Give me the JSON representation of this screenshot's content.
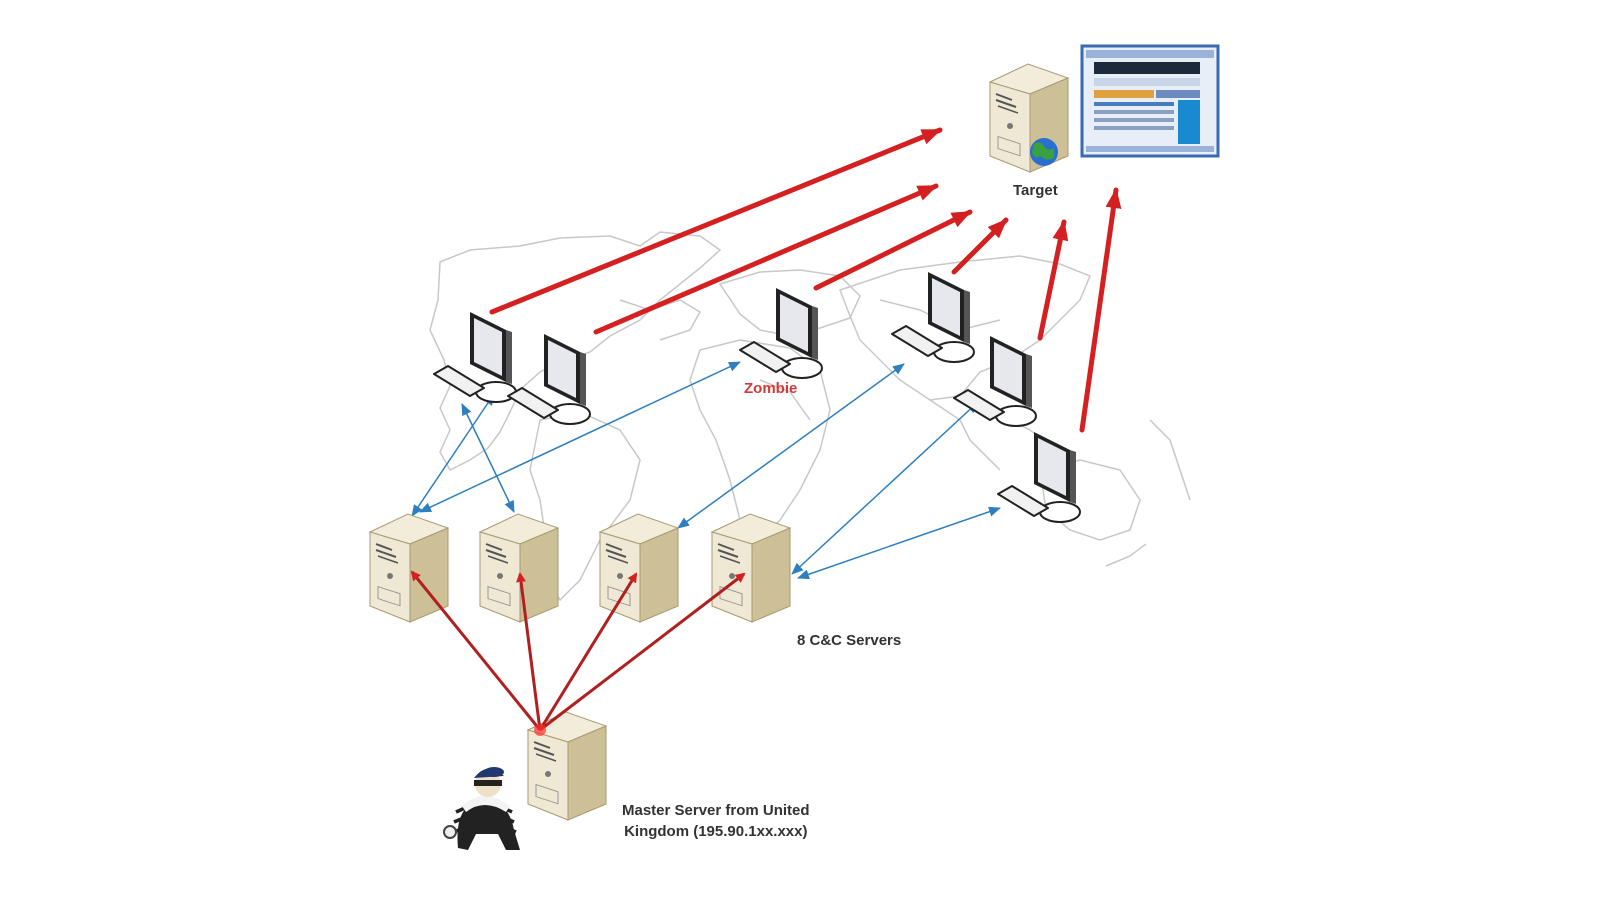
{
  "diagram": {
    "title": "Botnet DDoS attack topology",
    "labels": {
      "target": "Target",
      "zombie": "Zombie",
      "cc_servers": "8 C&C Servers",
      "master_line1": "Master Server from United",
      "master_line2": "Kingdom (195.90.1xx.xxx)"
    },
    "colors": {
      "attack_arrow": "#d42020",
      "control_arrow": "#2d7fbf",
      "server_body": "#e8dfc4",
      "server_side": "#c9bb92",
      "map_outline": "#c8c8c8",
      "zombie_label": "#d03a3a",
      "text": "#333333"
    },
    "nodes": {
      "target_server": {
        "role": "target",
        "icon": "server-globe-icon"
      },
      "target_website": {
        "role": "target website",
        "icon": "browser-window-icon"
      },
      "zombies": [
        {
          "id": "zombie-1"
        },
        {
          "id": "zombie-2"
        },
        {
          "id": "zombie-3"
        },
        {
          "id": "zombie-4"
        },
        {
          "id": "zombie-5"
        },
        {
          "id": "zombie-6"
        }
      ],
      "cc_servers": [
        {
          "id": "cc-server-1"
        },
        {
          "id": "cc-server-2"
        },
        {
          "id": "cc-server-3"
        },
        {
          "id": "cc-server-4"
        }
      ],
      "master_server": {
        "id": "master-server",
        "icon": "server-icon"
      },
      "attacker": {
        "id": "attacker",
        "icon": "burglar-icon"
      }
    }
  }
}
